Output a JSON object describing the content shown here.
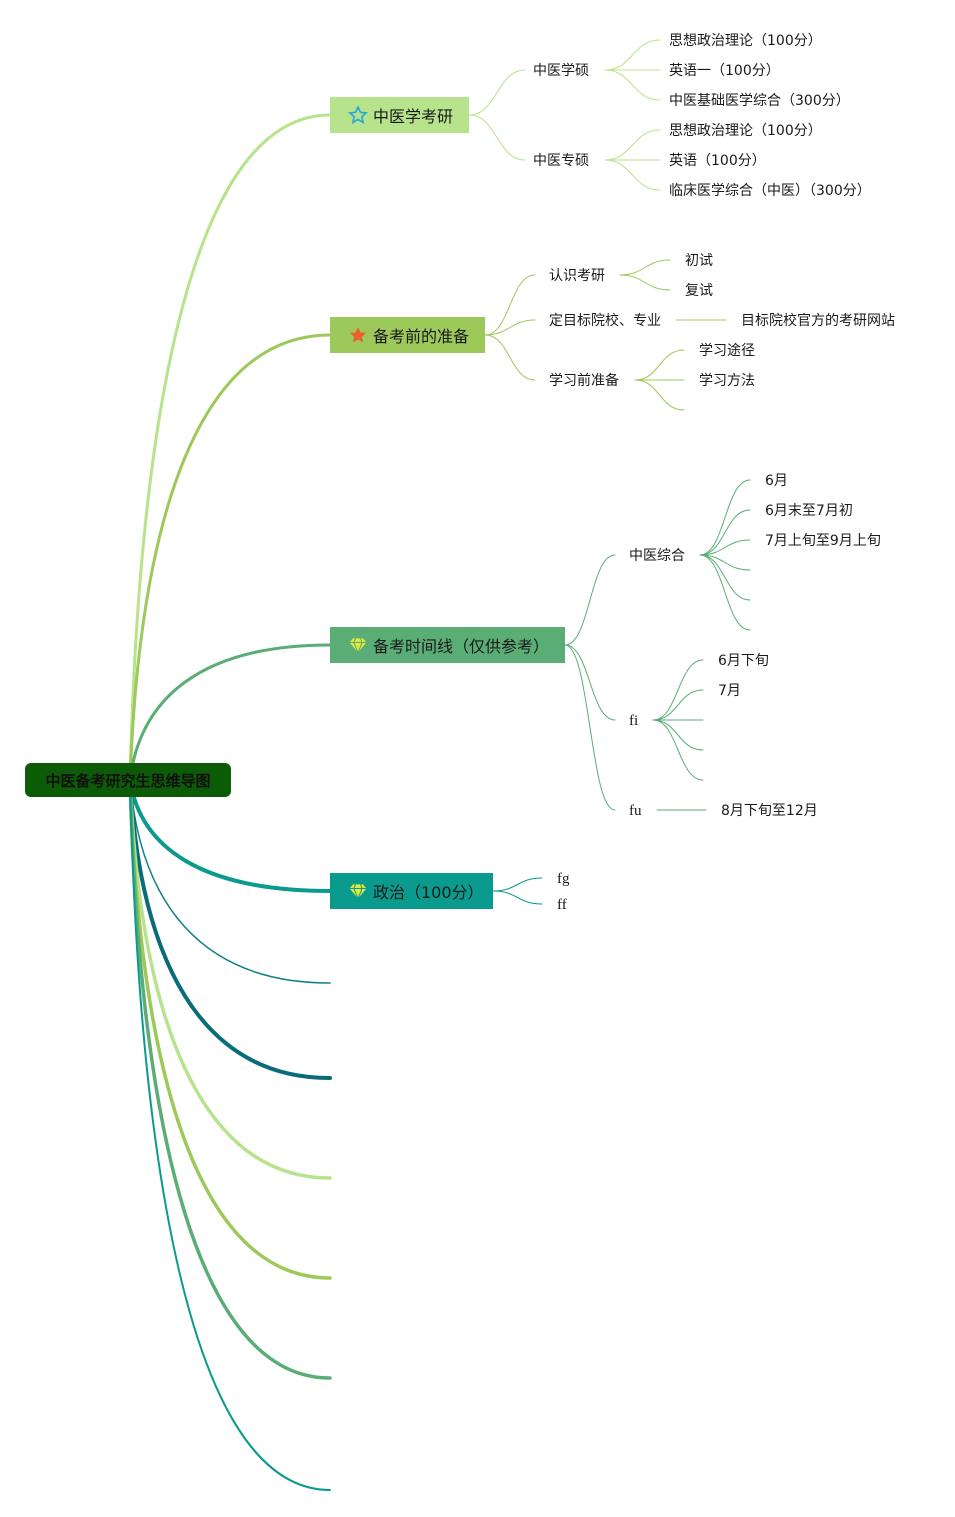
{
  "root": {
    "label": "中医备考研究生思维导图",
    "color": "#0c5b07"
  },
  "topics": [
    {
      "label": "中医学考研",
      "icon": "star-outline-icon",
      "color": "#b7e38c",
      "children": [
        {
          "label": "中医学硕",
          "children": [
            "思想政治理论（100分）",
            "英语一（100分）",
            "中医基础医学综合（300分）"
          ]
        },
        {
          "label": "中医专硕",
          "children": [
            "思想政治理论（100分）",
            "英语（100分）",
            "临床医学综合（中医）（300分）"
          ]
        }
      ]
    },
    {
      "label": "备考前的准备",
      "icon": "star-filled-icon",
      "color": "#9cc95a",
      "children": [
        {
          "label": "认识考研",
          "children": [
            "初试",
            "复试"
          ]
        },
        {
          "label": "定目标院校、专业",
          "children": [
            "目标院校官方的考研网站"
          ]
        },
        {
          "label": "学习前准备",
          "children": [
            "学习途径",
            "学习方法",
            ""
          ]
        }
      ]
    },
    {
      "label": "备考时间线（仅供参考）",
      "icon": "diamond-icon",
      "color": "#5aad75",
      "children": [
        {
          "label": "中医综合",
          "children": [
            "6月",
            "6月末至7月初",
            "7月上旬至9月上旬",
            "",
            "",
            ""
          ]
        },
        {
          "label": "fi",
          "children": [
            "6月下旬",
            "7月",
            "",
            "",
            ""
          ]
        },
        {
          "label": "fu",
          "children": [
            "8月下旬至12月"
          ]
        }
      ]
    },
    {
      "label": "政治（100分）",
      "icon": "diamond-icon",
      "color": "#0b9a8e",
      "children": [
        {
          "label": "fg",
          "children": []
        },
        {
          "label": "ff",
          "children": []
        }
      ]
    }
  ],
  "empty_branch_colors": [
    "#0b7f86",
    "#0a6c78",
    "#b7e38c",
    "#9cc95a",
    "#5aad75",
    "#0b9a8e"
  ],
  "colors": {
    "icon_star_outline": "#2aa7d6",
    "icon_star_filled": "#e8622a",
    "icon_diamond": "#e4e83a"
  }
}
